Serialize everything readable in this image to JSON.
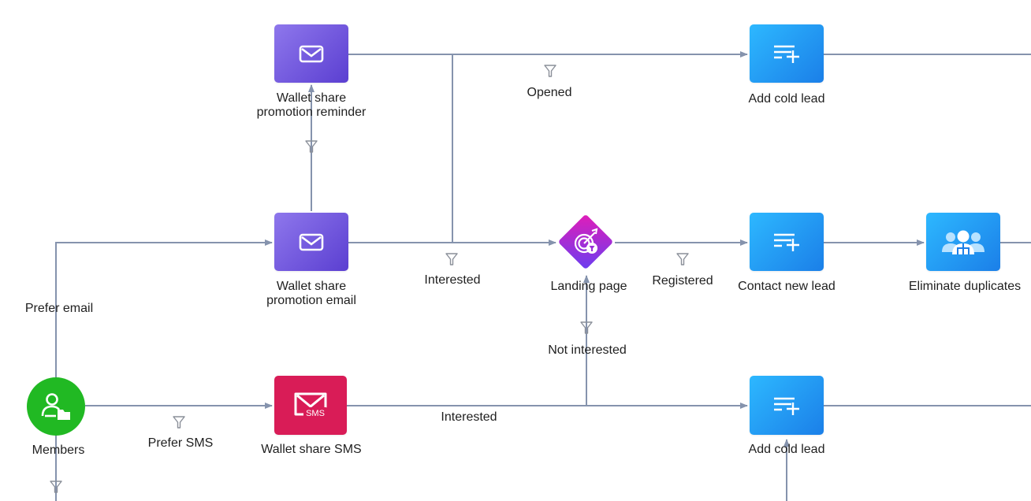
{
  "nodes": {
    "members": {
      "label": "Members",
      "icon": "member-group-icon",
      "color": "#21b923"
    },
    "reminder": {
      "label1": "Wallet share",
      "label2": "promotion reminder",
      "icon": "envelope-icon"
    },
    "promo_email": {
      "label1": "Wallet share",
      "label2": "promotion email",
      "icon": "envelope-icon"
    },
    "sms": {
      "label": "Wallet share SMS",
      "icon": "sms-icon",
      "color": "#d91c57"
    },
    "landing": {
      "label": "Landing page",
      "icon": "target-filter-icon"
    },
    "cold_lead_top": {
      "label": "Add cold lead",
      "icon": "add-list-icon"
    },
    "contact_lead": {
      "label": "Contact new lead",
      "icon": "add-list-icon"
    },
    "dedupe": {
      "label": "Eliminate duplicates",
      "icon": "users-group-icon"
    },
    "cold_lead_bottom": {
      "label": "Add cold lead",
      "icon": "add-list-icon"
    }
  },
  "edges": {
    "prefer_email": "Prefer email",
    "prefer_sms": "Prefer SMS",
    "opened": "Opened",
    "interested_email": "Interested",
    "interested_sms": "Interested",
    "registered": "Registered",
    "not_interested": "Not interested"
  },
  "colors": {
    "connector": "#8593ad",
    "accent_purple": "#6a50dd",
    "accent_blue": "#1d8cf0",
    "filter_icon": "#8a8f99"
  }
}
